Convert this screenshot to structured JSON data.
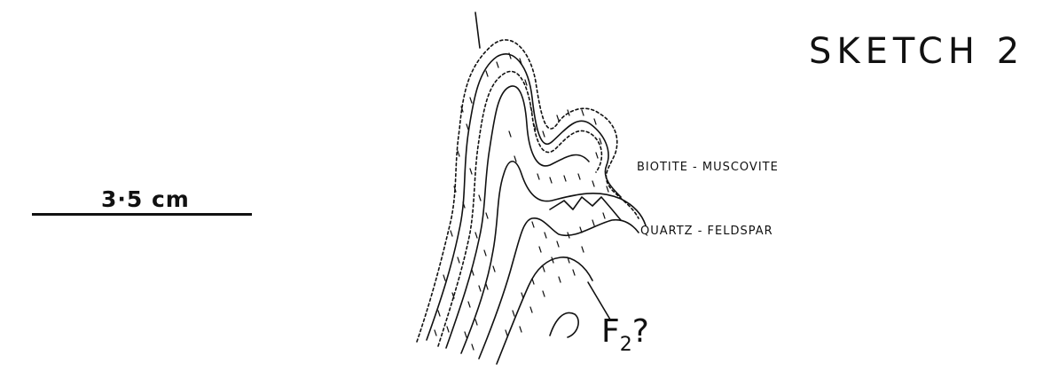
{
  "title": "SKETCH 2",
  "scale": {
    "label": "3·5 cm"
  },
  "labels": {
    "biotite": "BIOTITE - MUSCOVITE",
    "quartz": "QUARTZ - FELDSPAR",
    "fold_letter": "F",
    "fold_subscript": "2",
    "fold_suffix": "?"
  },
  "colors": {
    "ink": "#111111",
    "paper": "#ffffff"
  }
}
